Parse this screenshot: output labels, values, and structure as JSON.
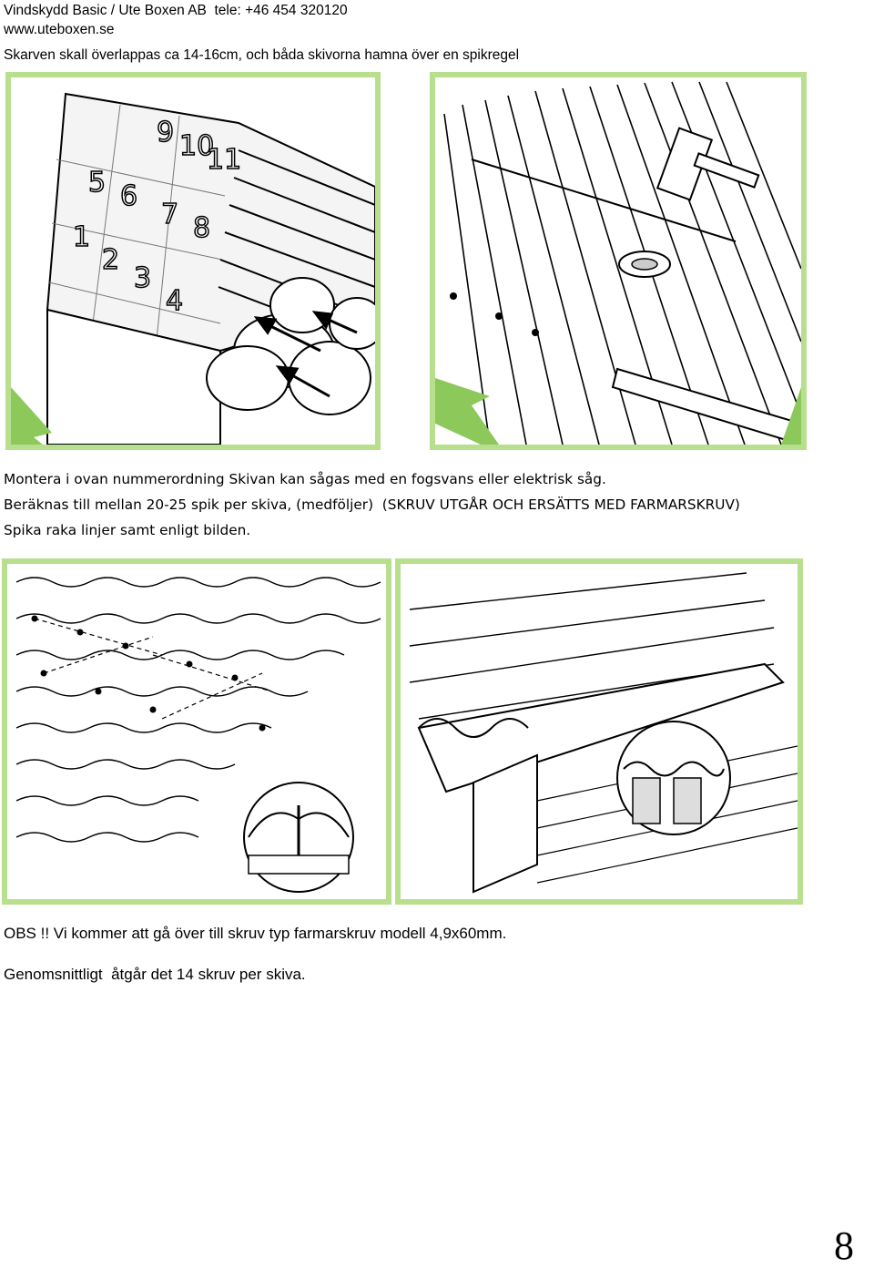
{
  "header": {
    "line1": "Vindskydd Basic / Ute Boxen AB  tele: +46 454 320120",
    "line2": "www.uteboxen.se",
    "line3": "Skarven skall överlappas ca 14-16cm, och båda skivorna hamna över en spikregel"
  },
  "figure1": {
    "sheet_numbers": [
      "1",
      "2",
      "3",
      "4",
      "5",
      "6",
      "7",
      "8",
      "9",
      "10",
      "11"
    ]
  },
  "instructions": {
    "line1": "Montera i ovan nummerordning Skivan kan sågas med en fogsvans eller elektrisk såg.",
    "line2": "Beräknas till mellan 20-25 spik per skiva, (medföljer)  (SKRUV UTGÅR OCH ERSÄTTS MED FARMARSKRUV)",
    "line3": "Spika raka linjer samt enligt bilden."
  },
  "notes": {
    "obs": "OBS !! Vi kommer att gå över till skruv typ farmarskruv modell 4,9x60mm.",
    "average": "Genomsnittligt  åtgår det 14 skruv per skiva."
  },
  "page_number": "8",
  "colors": {
    "frame": "#b7df8e",
    "arrow": "#8cc85a",
    "line": "#000000"
  }
}
